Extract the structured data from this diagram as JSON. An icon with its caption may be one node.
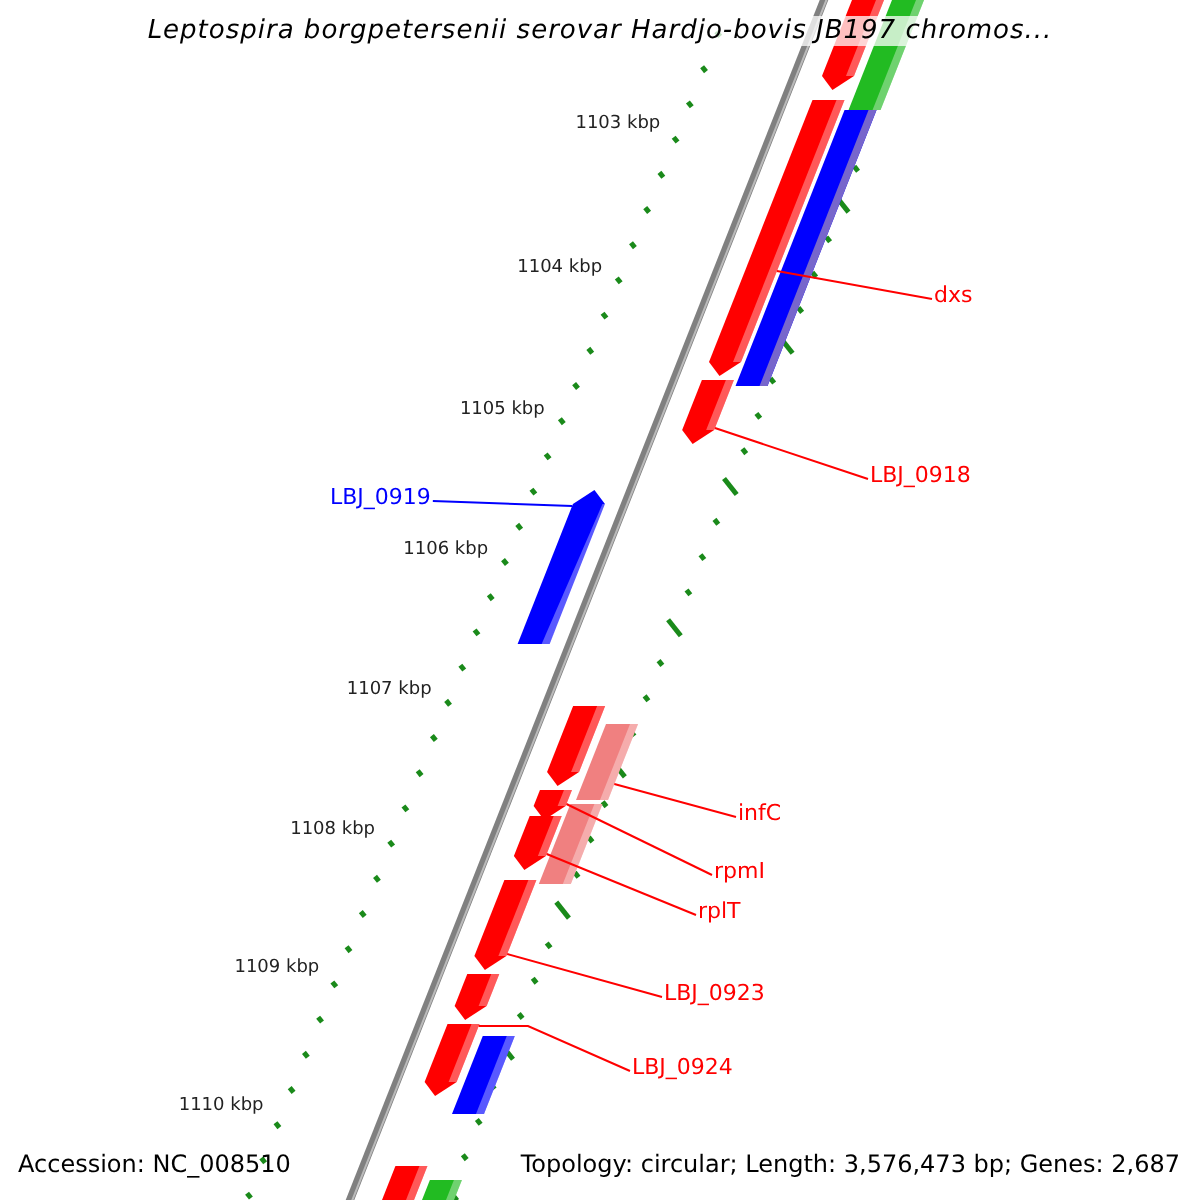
{
  "diagram": {
    "title": "Leptospira borgpetersenii serovar Hardjo-bovis JB197 chromos...",
    "nodes": [
      {
        "text": [],
        "shape": "bar"
      },
      {
        "text": [],
        "shape": "bar"
      },
      {
        "text": [],
        "shape": "bar"
      },
      {
        "text": [],
        "shape": "bar"
      },
      {
        "text": [
          "dxs"
        ]
      },
      {
        "text": [],
        "shape": "bar"
      },
      {
        "text": [
          "LBJ_0918"
        ]
      },
      {
        "text": [
          "LBJ_0919"
        ]
      },
      {
        "text": [],
        "shape": "bar"
      },
      {
        "text": [],
        "shape": "bar"
      },
      {
        "text": [],
        "shape": "bar"
      },
      {
        "text": [
          "infC"
        ]
      },
      {
        "text": [],
        "shape": "bar"
      },
      {
        "text": [],
        "shape": "bar"
      },
      {
        "text": [],
        "shape": "bar"
      },
      {
        "text": [
          "rpmI"
        ]
      },
      {
        "text": [
          "rplT"
        ]
      },
      {
        "text": [],
        "shape": "bar"
      },
      {
        "text": [
          "LBJ_0923"
        ]
      },
      {
        "text": [],
        "shape": "bar"
      },
      {
        "text": [],
        "shape": "bar"
      },
      {
        "text": [],
        "shape": "bar"
      },
      {
        "text": [
          "LBJ_0924"
        ]
      },
      {
        "text": [],
        "shape": "bar"
      },
      {
        "text": [],
        "shape": "bar"
      }
    ],
    "edges": [
      {
        "from": 4,
        "to": 2,
        "arrow": "none"
      },
      {
        "from": 6,
        "to": 5,
        "arrow": "none"
      },
      {
        "from": 7,
        "to": 8,
        "arrow": "none",
        "color": "#0000ff"
      },
      {
        "from": 11,
        "to": 10,
        "arrow": "none"
      },
      {
        "from": 15,
        "to": 12,
        "arrow": "none"
      },
      {
        "from": 16,
        "to": 13,
        "arrow": "none"
      },
      {
        "from": 18,
        "to": 17,
        "arrow": "none"
      },
      {
        "from": 22,
        "to": 20,
        "arrow": "none"
      }
    ],
    "labels": [
      "1103 kbp",
      "1104 kbp",
      "1105 kbp",
      "1106 kbp",
      "1107 kbp",
      "1108 kbp",
      "1109 kbp",
      "1110 kbp",
      "Accession: NC_008510",
      "Topology: circular; Length: 3,576,473 bp; Genes: 2,687"
    ]
  }
}
